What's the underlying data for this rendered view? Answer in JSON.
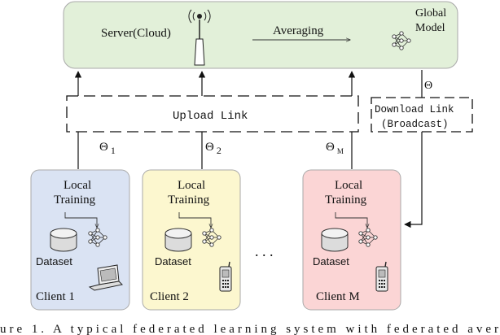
{
  "server": {
    "label": "Server(Cloud)",
    "averaging_label": "Averaging",
    "global_model_line1": "Global",
    "global_model_line2": "Model",
    "fill": "#e2f0d9",
    "stroke": "#a9a9a9"
  },
  "links": {
    "upload_label": "Upload Link",
    "download_line1": "Download Link",
    "download_line2": "(Broadcast)",
    "theta_download": "Θ"
  },
  "clients": [
    {
      "theta": "Θ",
      "theta_sub": "1",
      "training_line1": "Local",
      "training_line2": "Training",
      "dataset_label": "Dataset",
      "name": "Client 1",
      "device": "laptop-icon",
      "fill": "#dae3f3"
    },
    {
      "theta": "Θ",
      "theta_sub": "2",
      "training_line1": "Local",
      "training_line2": "Training",
      "dataset_label": "Dataset",
      "name": "Client 2",
      "device": "phone-icon",
      "fill": "#fcf7cf"
    },
    {
      "theta": "Θ",
      "theta_sub": "M",
      "training_line1": "Local",
      "training_line2": "Training",
      "dataset_label": "Dataset",
      "name": "Client M",
      "device": "phone-icon",
      "fill": "#fbd5d5"
    }
  ],
  "ellipsis": ". . .",
  "caption": "ure 1. A typical federated learning system with federated aver"
}
